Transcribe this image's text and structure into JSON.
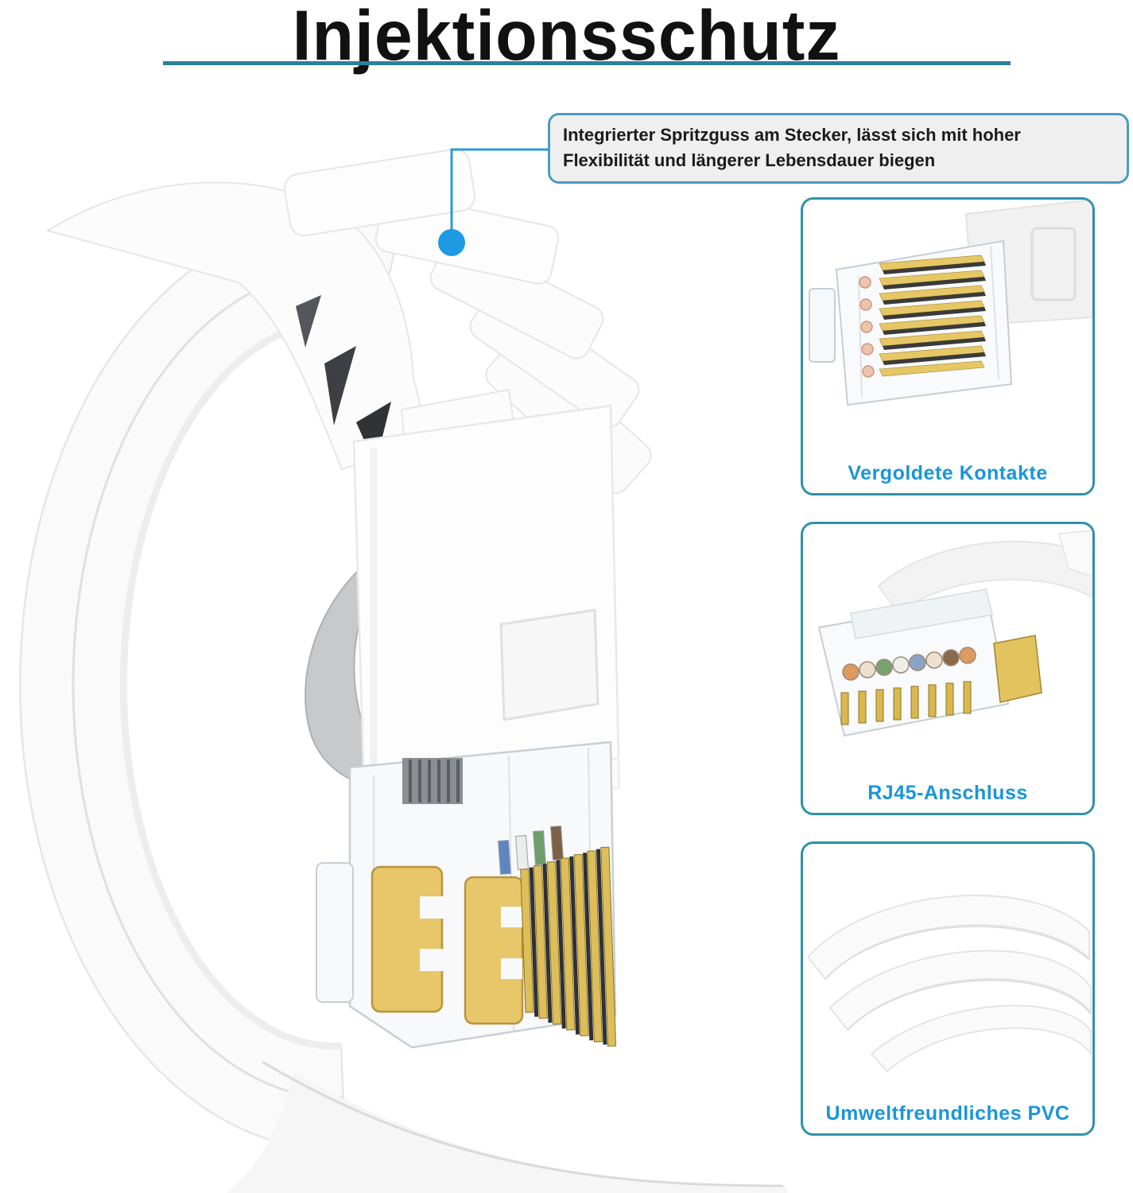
{
  "title": {
    "text": "Injektionsschutz"
  },
  "divider": {
    "color": "#2C8097"
  },
  "callout": {
    "line1": "Integrierter Spritzguss am Stecker, lässt sich mit hoher",
    "line2": "Flexibilität und längerer Lebensdauer biegen",
    "box_background": "#EFEFEF",
    "box_border_color": "#4B9DBD",
    "line_color": "#2B9AD6",
    "marker_color": "#1D9BE2"
  },
  "insets": [
    {
      "caption": "Vergoldete Kontakte"
    },
    {
      "caption": "RJ45-Anschluss"
    },
    {
      "caption": "Umweltfreundliches PVC"
    }
  ],
  "inset_style": {
    "border_color": "#2E93A9",
    "caption_color": "#1B95D8"
  },
  "palette": {
    "gold": "#E3C25F",
    "cable_white": "#FAFAFA",
    "title_color": "#111111"
  }
}
